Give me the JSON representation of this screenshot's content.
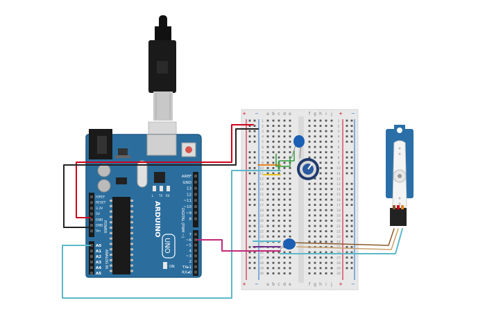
{
  "colors": {
    "board": "#2b6e9e",
    "board_edge": "#1f5a86",
    "breadboard": "#e8e8e8",
    "rail_red": "#d0021b",
    "rail_blue": "#1c6fd1",
    "wire_red": "#d0021b",
    "wire_black": "#222222",
    "wire_cyan": "#5ab8c9",
    "wire_magenta": "#c0287a",
    "wire_green": "#2e9e3a",
    "wire_yellow": "#e6c21a",
    "wire_orange": "#e5841e",
    "wire_purple": "#6a2a8a",
    "wire_brown": "#8a5a2a",
    "servo": "#2a6fa8"
  },
  "arduino": {
    "brand": "ARDUINO",
    "model": "UNO",
    "power_header": [
      "IOREF",
      "RESET",
      "3.3V",
      "5V",
      "GND",
      "GND",
      "Vin"
    ],
    "power_label": "POWER",
    "analog_header": [
      "A0",
      "A1",
      "A2",
      "A3",
      "A4",
      "A5"
    ],
    "analog_label": "ANALOG IN",
    "digital_header": [
      "AREF",
      "GND",
      "13",
      "12",
      "~11",
      "~10",
      "~9",
      "8",
      "7",
      "~6",
      "~5",
      "4",
      "~3",
      "2",
      "TX▸1",
      "RX◂0"
    ],
    "digital_label": "DIGITAL (PWM ~)",
    "leds": [
      "L",
      "TX",
      "RX"
    ],
    "on_label": "ON"
  },
  "breadboard": {
    "columns_left": [
      "a",
      "b",
      "c",
      "d",
      "e"
    ],
    "columns_right": [
      "f",
      "g",
      "h",
      "i",
      "j"
    ],
    "rows": [
      "1",
      "2",
      "3",
      "4",
      "5",
      "6",
      "7",
      "8",
      "9",
      "10",
      "11",
      "12",
      "13",
      "14",
      "15",
      "16",
      "17",
      "18",
      "19",
      "20",
      "21",
      "22",
      "23",
      "24",
      "25",
      "26",
      "27",
      "28",
      "29",
      "30"
    ],
    "rail_plus": "+",
    "rail_minus": "−"
  },
  "components": [
    "usb-cable",
    "potentiometer",
    "capacitor-1",
    "capacitor-2",
    "servo-motor"
  ]
}
